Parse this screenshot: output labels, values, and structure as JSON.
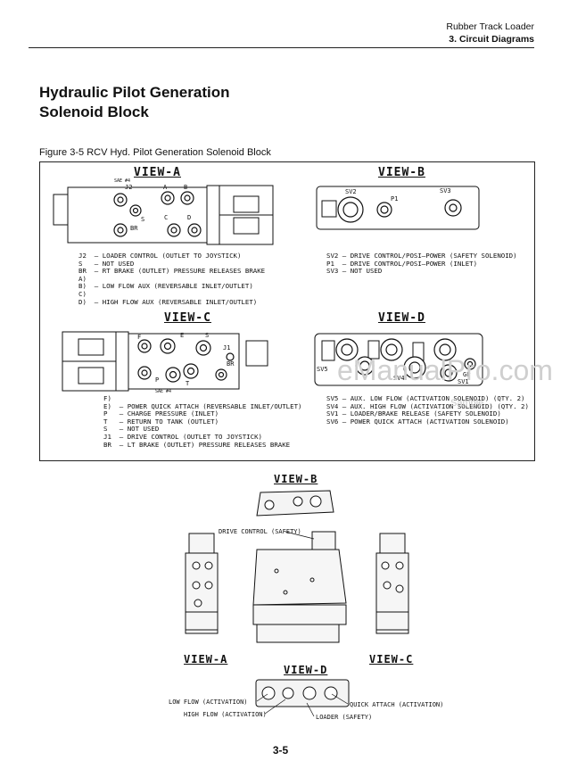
{
  "header": {
    "line1": "Rubber Track Loader",
    "line2": "3. Circuit Diagrams"
  },
  "section_title": {
    "line1": "Hydraulic Pilot Generation",
    "line2": "Solenoid Block"
  },
  "figure_caption": "Figure 3-5 RCV Hyd. Pilot Generation Solenoid Block",
  "view_a": {
    "title": "VIEW-A",
    "ports": {
      "j2": "J2",
      "a": "A",
      "b": "B",
      "s": "S",
      "c": "C",
      "d": "D",
      "br": "BR",
      "sae": "SAE #4"
    },
    "legend": [
      "J2  – LOADER CONTROL (OUTLET TO JOYSTICK)",
      "S   – NOT USED",
      "BR  – RT BRAKE (OUTLET) PRESSURE RELEASES BRAKE",
      "A)",
      "B)  – LOW FLOW AUX (REVERSABLE INLET/OUTLET)",
      "C)",
      "D)  – HIGH FLOW AUX (REVERSABLE INLET/OUTLET)"
    ]
  },
  "view_b": {
    "title": "VIEW-B",
    "ports": {
      "sv2": "SV2",
      "p1": "P1",
      "sv3": "SV3"
    },
    "legend": [
      "SV2 – DRIVE CONTROL/POSI–POWER (SAFETY SOLENOID)",
      "P1  – DRIVE CONTROL/POSI–POWER (INLET)",
      "SV3 – NOT USED"
    ]
  },
  "view_c": {
    "title": "VIEW-C",
    "ports": {
      "f": "F",
      "e": "E",
      "s": "S",
      "j1": "J1",
      "p": "P",
      "t": "T",
      "br": "BR",
      "sae": "SAE #4"
    },
    "legend": [
      "F)",
      "E)  – POWER QUICK ATTACH (REVERSABLE INLET/OUTLET)",
      "P   – CHARGE PRESSURE (INLET)",
      "T   – RETURN TO TANK (OUTLET)",
      "S   – NOT USED",
      "J1  – DRIVE CONTROL (OUTLET TO JOYSTICK)",
      "BR  – LT BRAKE (OUTLET) PRESSURE RELEASES BRAKE"
    ]
  },
  "view_d": {
    "title": "VIEW-D",
    "ports": {
      "sv5": "SV5",
      "sv4": "SV4",
      "sv1": "SV1",
      "gp": "GP"
    },
    "legend": [
      "SV5 – AUX. LOW FLOW (ACTIVATION SOLENOID) (QTY. 2)",
      "SV4 – AUX. HIGH FLOW (ACTIVATION SOLENOID) (QTY. 2)",
      "SV1 – LOADER/BRAKE RELEASE (SAFETY SOLENOID)",
      "SV6 – POWER QUICK ATTACH (ACTIVATION SOLENOID)"
    ]
  },
  "iso": {
    "view_b": "VIEW-B",
    "view_a": "VIEW-A",
    "view_c": "VIEW-C",
    "view_d": "VIEW-D",
    "drive_control": "DRIVE CONTROL (SAFETY)",
    "low_flow": "LOW FLOW (ACTIVATION)",
    "high_flow": "HIGH FLOW (ACTIVATION)",
    "quick_attach": "QUICK ATTACH (ACTIVATION)",
    "loader": "LOADER (SAFETY)"
  },
  "watermark": {
    "main": "eManualPro.com",
    "sub": "Sample"
  },
  "page_number": "3-5"
}
